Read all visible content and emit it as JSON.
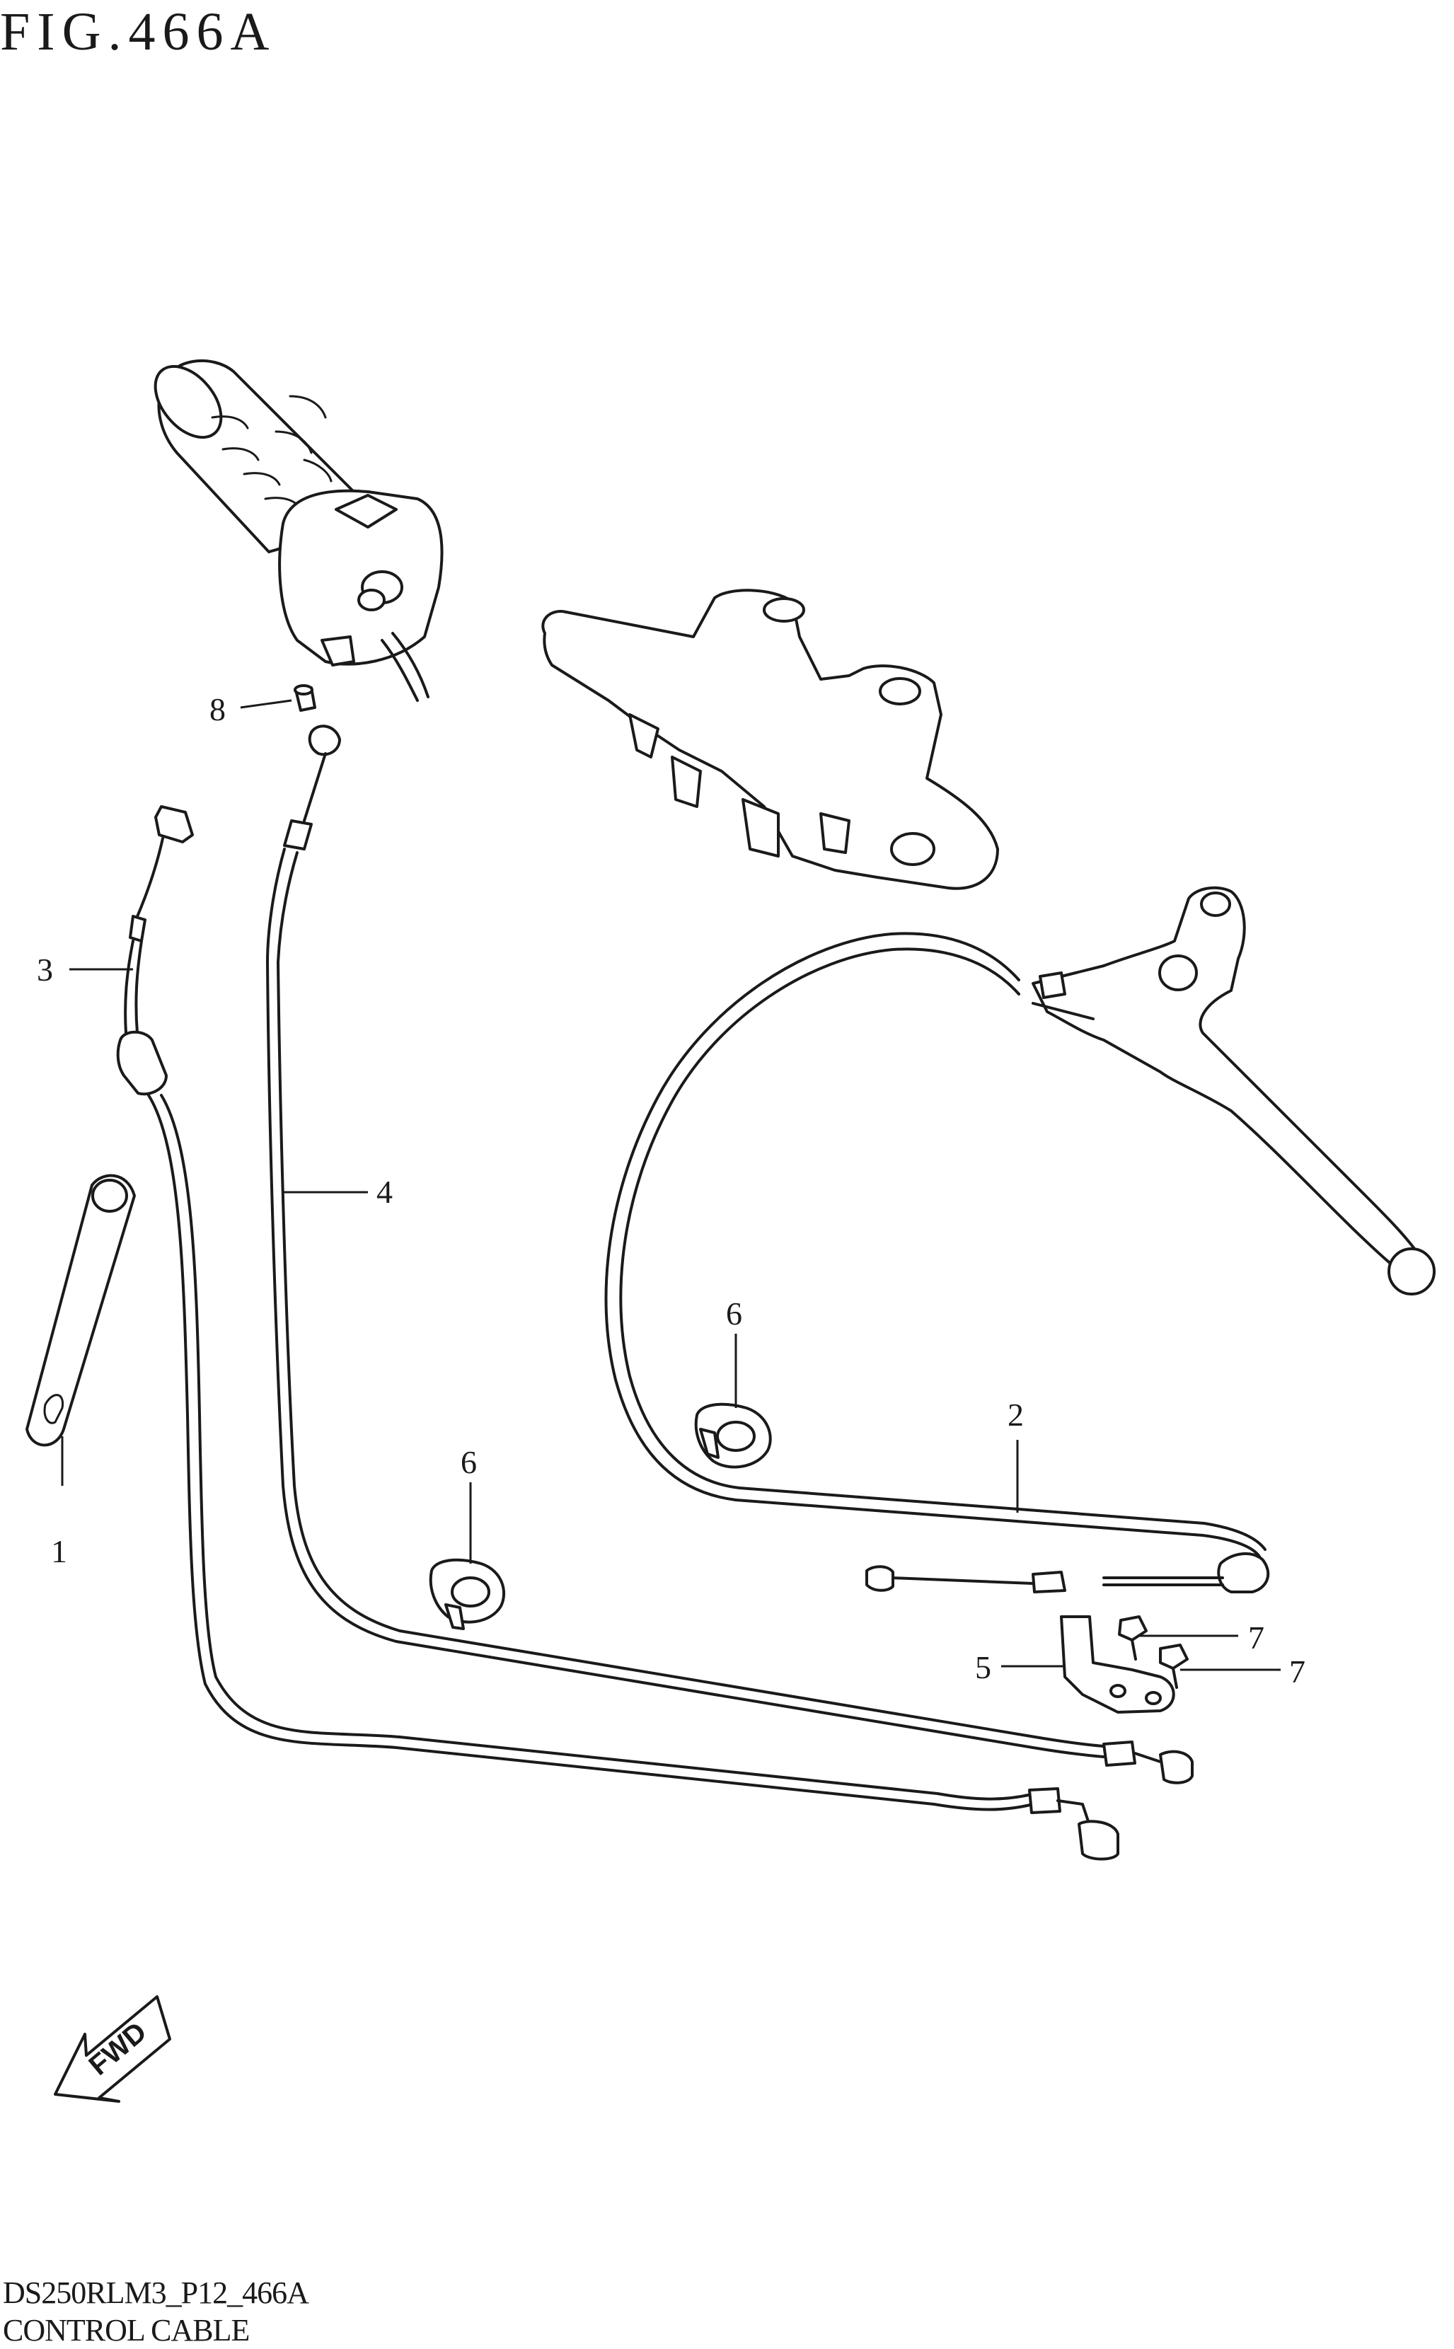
{
  "figure": {
    "title": "FIG.466A",
    "code": "DS250RLM3_P12_466A",
    "caption": "CONTROL CABLE"
  },
  "callouts": [
    "1",
    "2",
    "3",
    "4",
    "5",
    "6",
    "6",
    "7",
    "7",
    "8"
  ],
  "fwd_label": "FWD"
}
